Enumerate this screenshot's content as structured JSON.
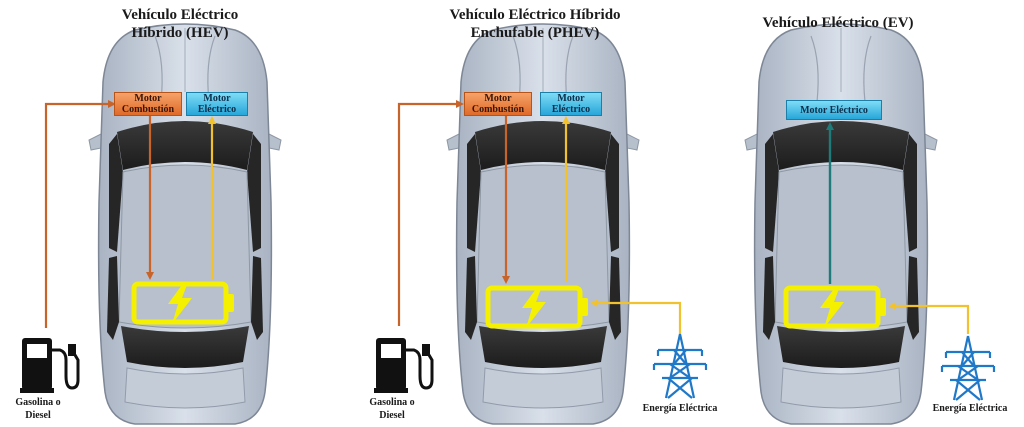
{
  "panels": [
    {
      "title_line1": "Vehículo Eléctrico",
      "title_line2": "Híbrido (HEV)",
      "motor_combustion_line1": "Motor",
      "motor_combustion_line2": "Combustión",
      "motor_electric_line1": "Motor",
      "motor_electric_line2": "Eléctrico",
      "fuel_label_line1": "Gasolina o",
      "fuel_label_line2": "Diesel"
    },
    {
      "title_line1": "Vehículo Eléctrico Híbrido",
      "title_line2": "Enchufable (PHEV)",
      "motor_combustion_line1": "Motor",
      "motor_combustion_line2": "Combustión",
      "motor_electric_line1": "Motor",
      "motor_electric_line2": "Eléctrico",
      "fuel_label_line1": "Gasolina o",
      "fuel_label_line2": "Diesel",
      "grid_label": "Energía Eléctrica"
    },
    {
      "title_line1": "Vehículo Eléctrico (EV)",
      "motor_electric": "Motor Eléctrico",
      "grid_label": "Energía Eléctrica"
    }
  ],
  "colors": {
    "car_body": "#c9d1dc",
    "car_glass": "#2b2b2b",
    "combustion_path": "#c8642a",
    "electric_path": "#f2c12e",
    "ev_path": "#1f7a7a",
    "battery": "#f4f000",
    "tail_light": "#d42a2a",
    "tower": "#1f78c8"
  }
}
